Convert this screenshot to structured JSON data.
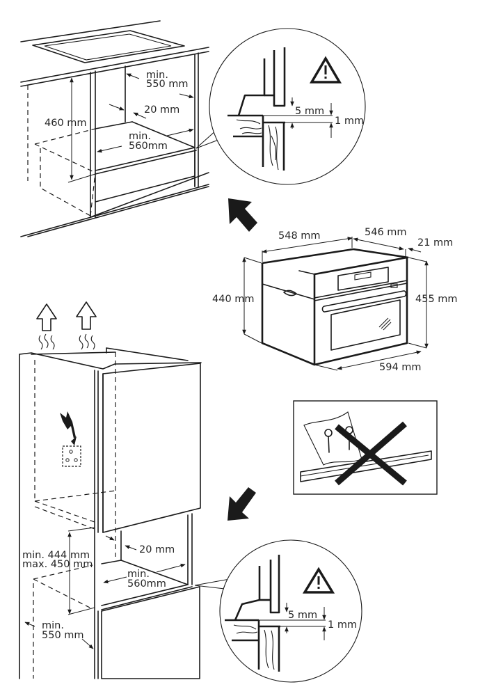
{
  "diagram": {
    "title": "Built-in compact oven installation dimensions",
    "top_cabinet": {
      "labels": {
        "min_depth_label_line1": "min.",
        "min_depth_value": "550 mm",
        "gap": "20 mm",
        "height": "460 mm",
        "min_width_label_line1": "min.",
        "min_width_value": "560mm"
      }
    },
    "detail_top": {
      "gap_top": "5 mm",
      "gap_bottom": "1 mm",
      "icon": "warning-triangle-icon"
    },
    "oven": {
      "depth": "548 mm",
      "width_top": "546 mm",
      "front_thickness": "21 mm",
      "height_body": "440 mm",
      "height_front": "455 mm",
      "width_front": "594 mm"
    },
    "screws_panel": {
      "description": "Do not use included screws and rail",
      "icon": "cross-out-icon"
    },
    "tall_cabinet": {
      "icons": [
        "ventilation-arrow-icon",
        "ventilation-arrow-icon",
        "electrical-hazard-icon",
        "power-socket-icon"
      ],
      "labels": {
        "gap": "20 mm",
        "height_min": "min. 444 mm",
        "height_max": "max. 450 mm",
        "min_width_label_line1": "min.",
        "min_width_value": "560mm",
        "min_depth_label_line1": "min.",
        "min_depth_value": "550 mm"
      }
    },
    "detail_bottom": {
      "gap_top": "5 mm",
      "gap_bottom": "1 mm",
      "icon": "warning-triangle-icon"
    },
    "arrows": [
      "direction-arrow-up-left-icon",
      "direction-arrow-down-left-icon"
    ]
  }
}
